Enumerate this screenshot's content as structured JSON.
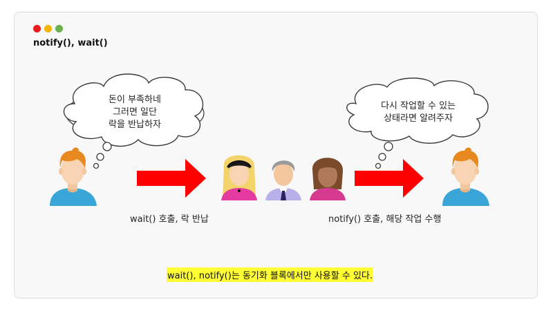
{
  "window": {
    "title": "notify(), wait()",
    "dots": [
      "#e81c1c",
      "#f5b400",
      "#6ab04c"
    ]
  },
  "left_bubble": {
    "lines": [
      "돈이 부족하네",
      "그러면 일단",
      "락을 반납하자"
    ]
  },
  "right_bubble": {
    "lines": [
      "다시 작업할 수 있는",
      "상태라면 알려주자"
    ]
  },
  "labels": {
    "wait_call": "wait() 호출, 락 반납",
    "notify_call": "notify() 호출, 해당 작업 수행"
  },
  "note": "wait(), notify()는 동기화 블록에서만 사용할 수 있다.",
  "colors": {
    "arrow": "#ff0000",
    "note_highlight": "#ffff33",
    "shirt_blue": "#3aa6d8",
    "hair_orange": "#e8891f"
  }
}
